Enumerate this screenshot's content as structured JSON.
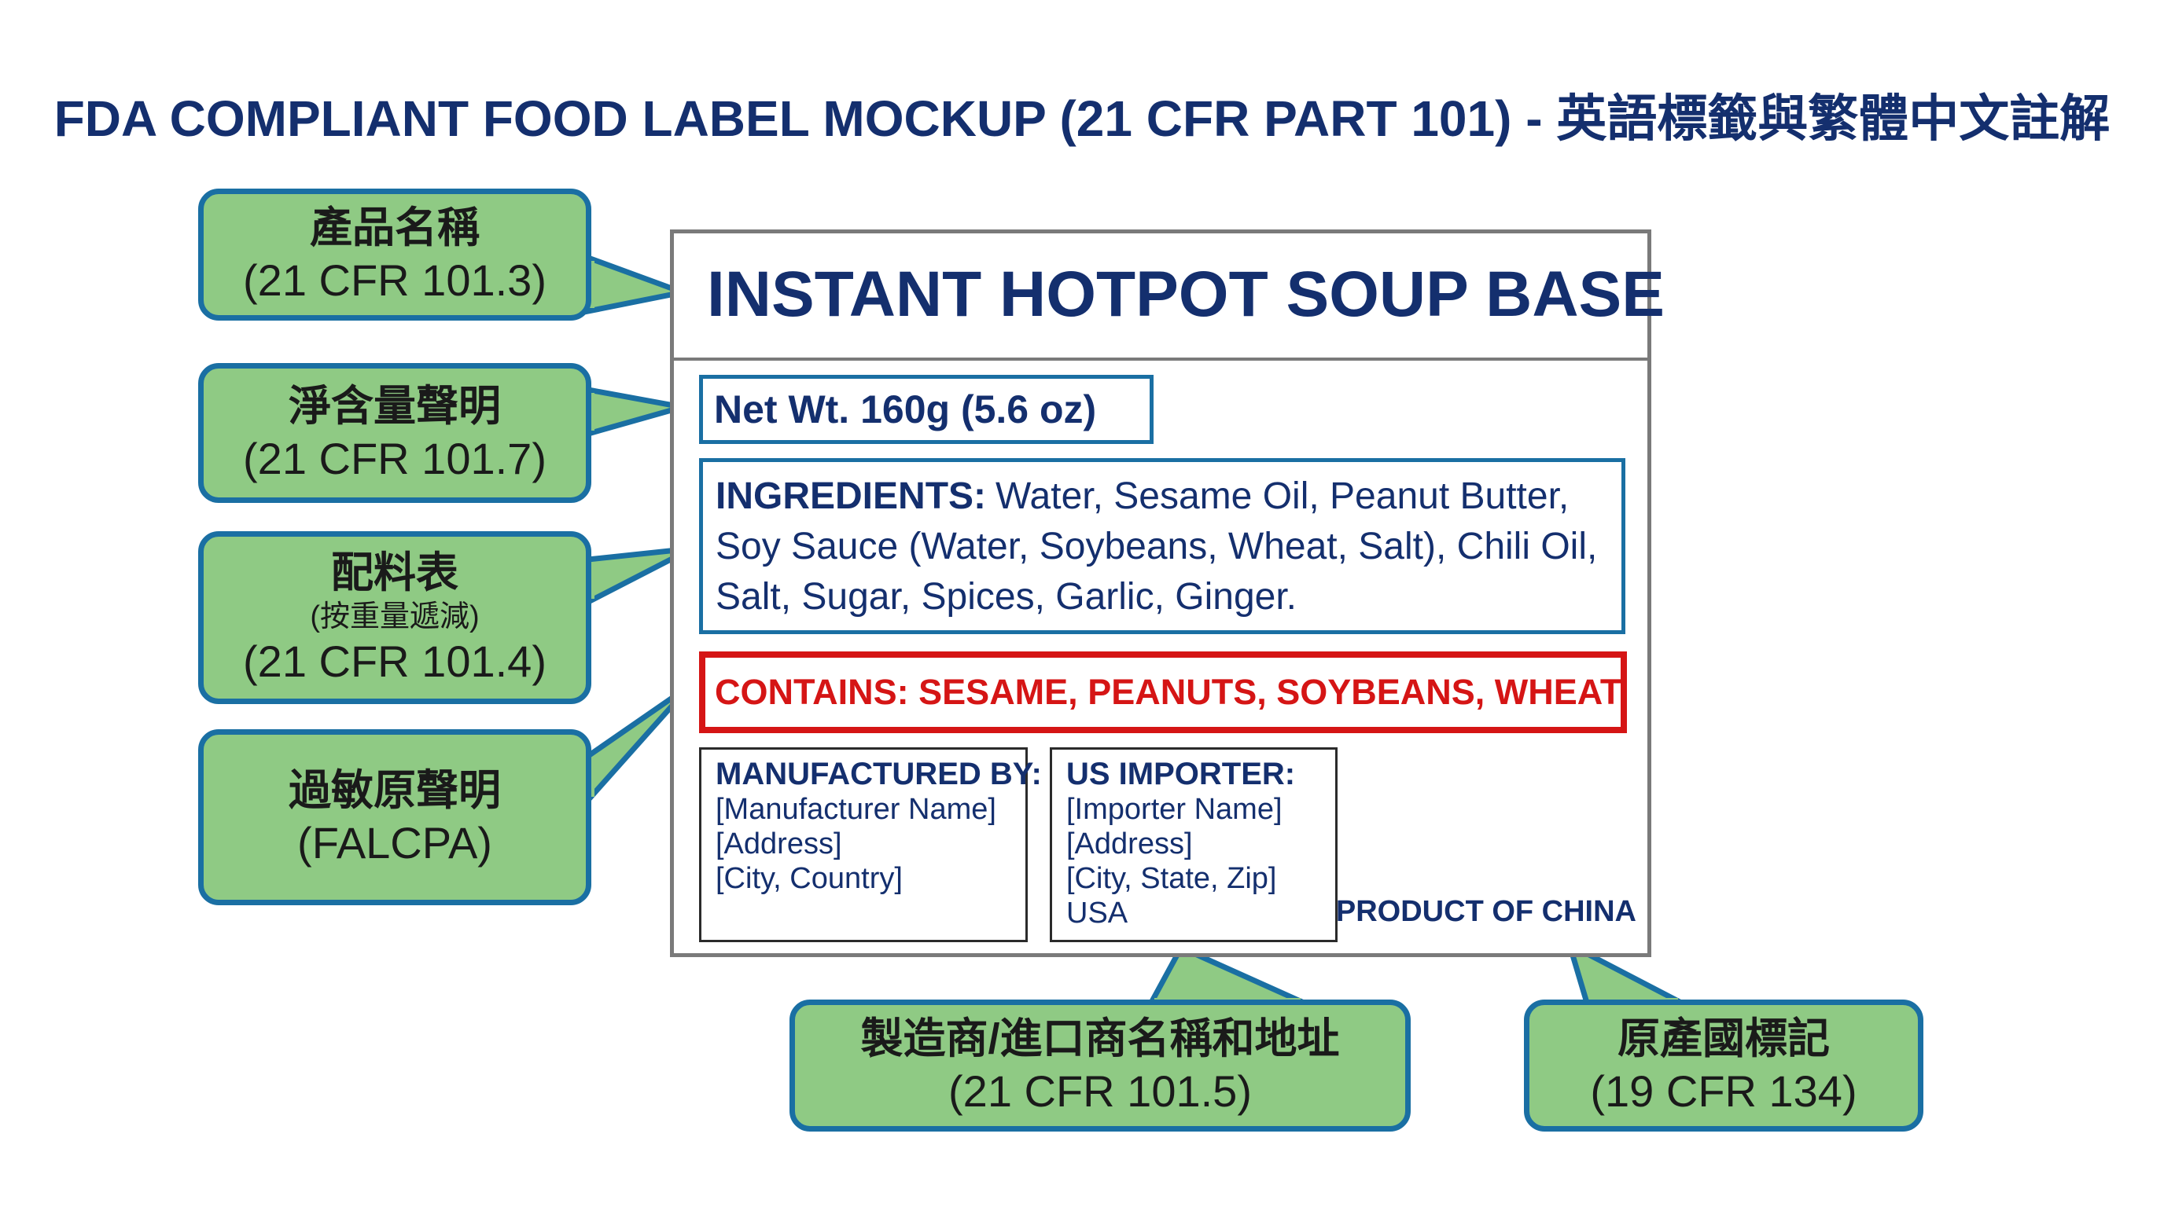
{
  "title": "FDA COMPLIANT FOOD LABEL MOCKUP (21 CFR PART 101) - 英語標籤與繁體中文註解",
  "label": {
    "product_name": "INSTANT HOTPOT SOUP BASE",
    "net_weight": "Net Wt. 160g (5.6 oz)",
    "ingredients_heading": "INGREDIENTS:",
    "ingredients_text": "Water, Sesame Oil, Peanut Butter, Soy Sauce (Water, Soybeans, Wheat, Salt), Chili Oil, Salt, Sugar, Spices, Garlic, Ginger.",
    "allergen_statement": "CONTAINS: SESAME, PEANUTS, SOYBEANS, WHEAT",
    "manufacturer": {
      "heading": "MANUFACTURED BY:",
      "lines": [
        "[Manufacturer Name]",
        "[Address]",
        "[City, Country]"
      ]
    },
    "importer": {
      "heading": "US IMPORTER:",
      "lines": [
        "[Importer Name]",
        "[Address]",
        "[City, State, Zip]",
        "USA"
      ]
    },
    "country_of_origin": "PRODUCT OF CHINA"
  },
  "callouts": {
    "product_name": {
      "title": "產品名稱",
      "reference": "(21 CFR 101.3)"
    },
    "net_weight": {
      "title": "淨含量聲明",
      "reference": "(21 CFR 101.7)"
    },
    "ingredients": {
      "title": "配料表",
      "subtitle": "(按重量遞減)",
      "reference": "(21 CFR 101.4)"
    },
    "allergen": {
      "title": "過敏原聲明",
      "reference": "(FALCPA)"
    },
    "manufacturer_importer": {
      "title": "製造商/進口商名稱和地址",
      "reference": "(21 CFR 101.5)"
    },
    "country_of_origin": {
      "title": "原產國標記",
      "reference": "(19 CFR 134)"
    }
  },
  "colors": {
    "title": "#142f6e",
    "callout_fill": "#8fca84",
    "callout_border": "#1a6fa3",
    "allergen_red": "#d51515"
  }
}
